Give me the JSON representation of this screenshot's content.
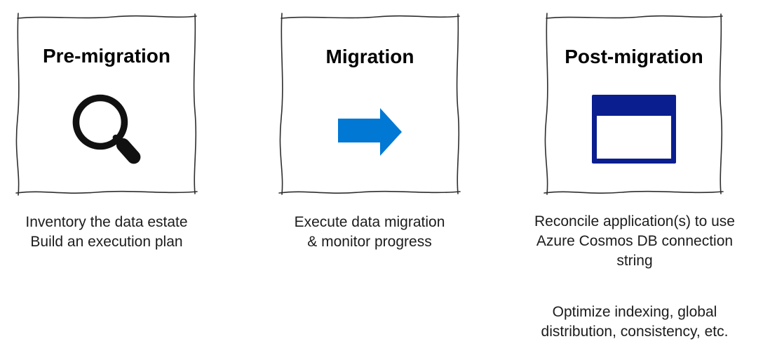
{
  "diagram": {
    "colors": {
      "arrow_blue": "#0078D4",
      "window_navy": "#0A1E8F",
      "ink_black": "#000000",
      "caption_gray": "#1C1C1C",
      "sketch_border": "#2E2E2E"
    },
    "phases": [
      {
        "title": "Pre-migration",
        "icon": "magnifier-icon",
        "caption_blocks": [
          {
            "lines": [
              "Inventory the data estate",
              "Build an execution plan"
            ]
          }
        ]
      },
      {
        "title": "Migration",
        "icon": "arrow-right-icon",
        "caption_blocks": [
          {
            "lines": [
              "Execute data migration",
              "& monitor progress"
            ]
          }
        ]
      },
      {
        "title": "Post-migration",
        "icon": "window-icon",
        "caption_blocks": [
          {
            "lines": [
              "Reconcile application(s) to use",
              "Azure Cosmos DB connection",
              "string"
            ]
          },
          {
            "lines": [
              "Optimize indexing, global",
              "distribution, consistency, etc."
            ]
          }
        ]
      }
    ]
  }
}
